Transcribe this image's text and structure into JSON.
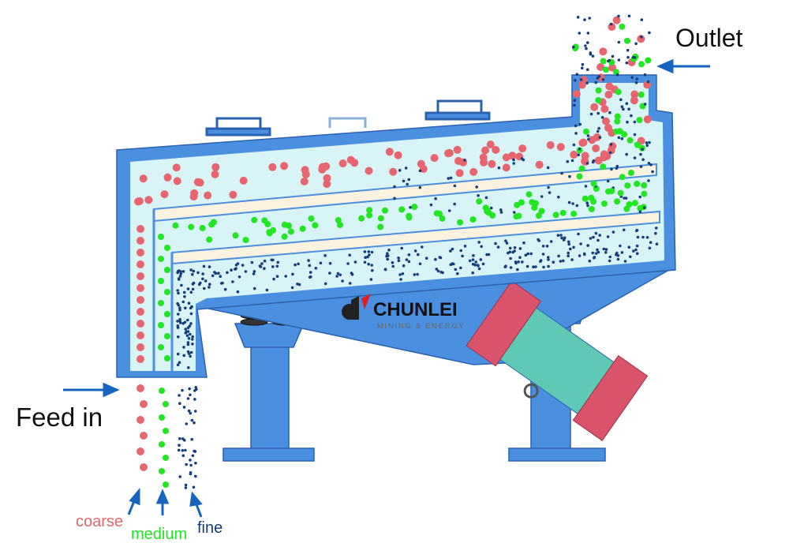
{
  "labels": {
    "outlet": "Outlet",
    "feed_in": "Feed in",
    "coarse": "coarse",
    "medium": "medium",
    "fine": "fine"
  },
  "logo": {
    "brand": "CHUNLEI",
    "tagline": "MINING & ENERGY"
  },
  "colors": {
    "coarse": "#e8646e",
    "medium": "#22e622",
    "fine": "#153e78",
    "machine": "#4a90e2",
    "machine_inner": "#d8f4f6",
    "arrow": "#1565c0",
    "motor": "#d9536a",
    "motor_teal": "#5fc9b5"
  }
}
